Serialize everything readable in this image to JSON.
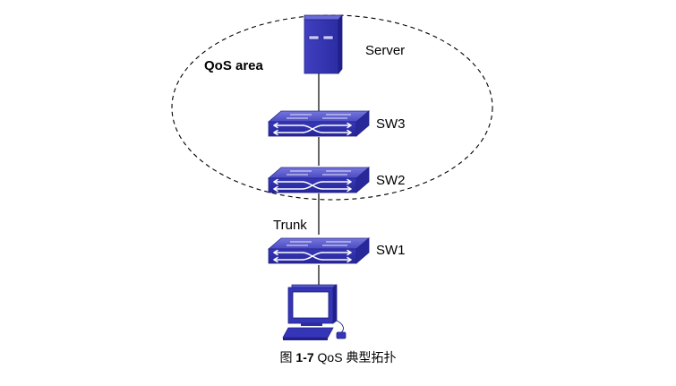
{
  "diagram": {
    "area_label": "QoS area",
    "nodes": {
      "server": "Server",
      "sw3": "SW3",
      "sw2": "SW2",
      "sw1": "SW1"
    },
    "link_label": "Trunk"
  },
  "caption": {
    "figure_word": "图",
    "figure_number": "1-7",
    "title": "QoS 典型拓扑"
  },
  "colors": {
    "device_blue": "#3535b8",
    "device_dark": "#22228a",
    "device_light": "#6a6ad6",
    "line": "#000000"
  }
}
